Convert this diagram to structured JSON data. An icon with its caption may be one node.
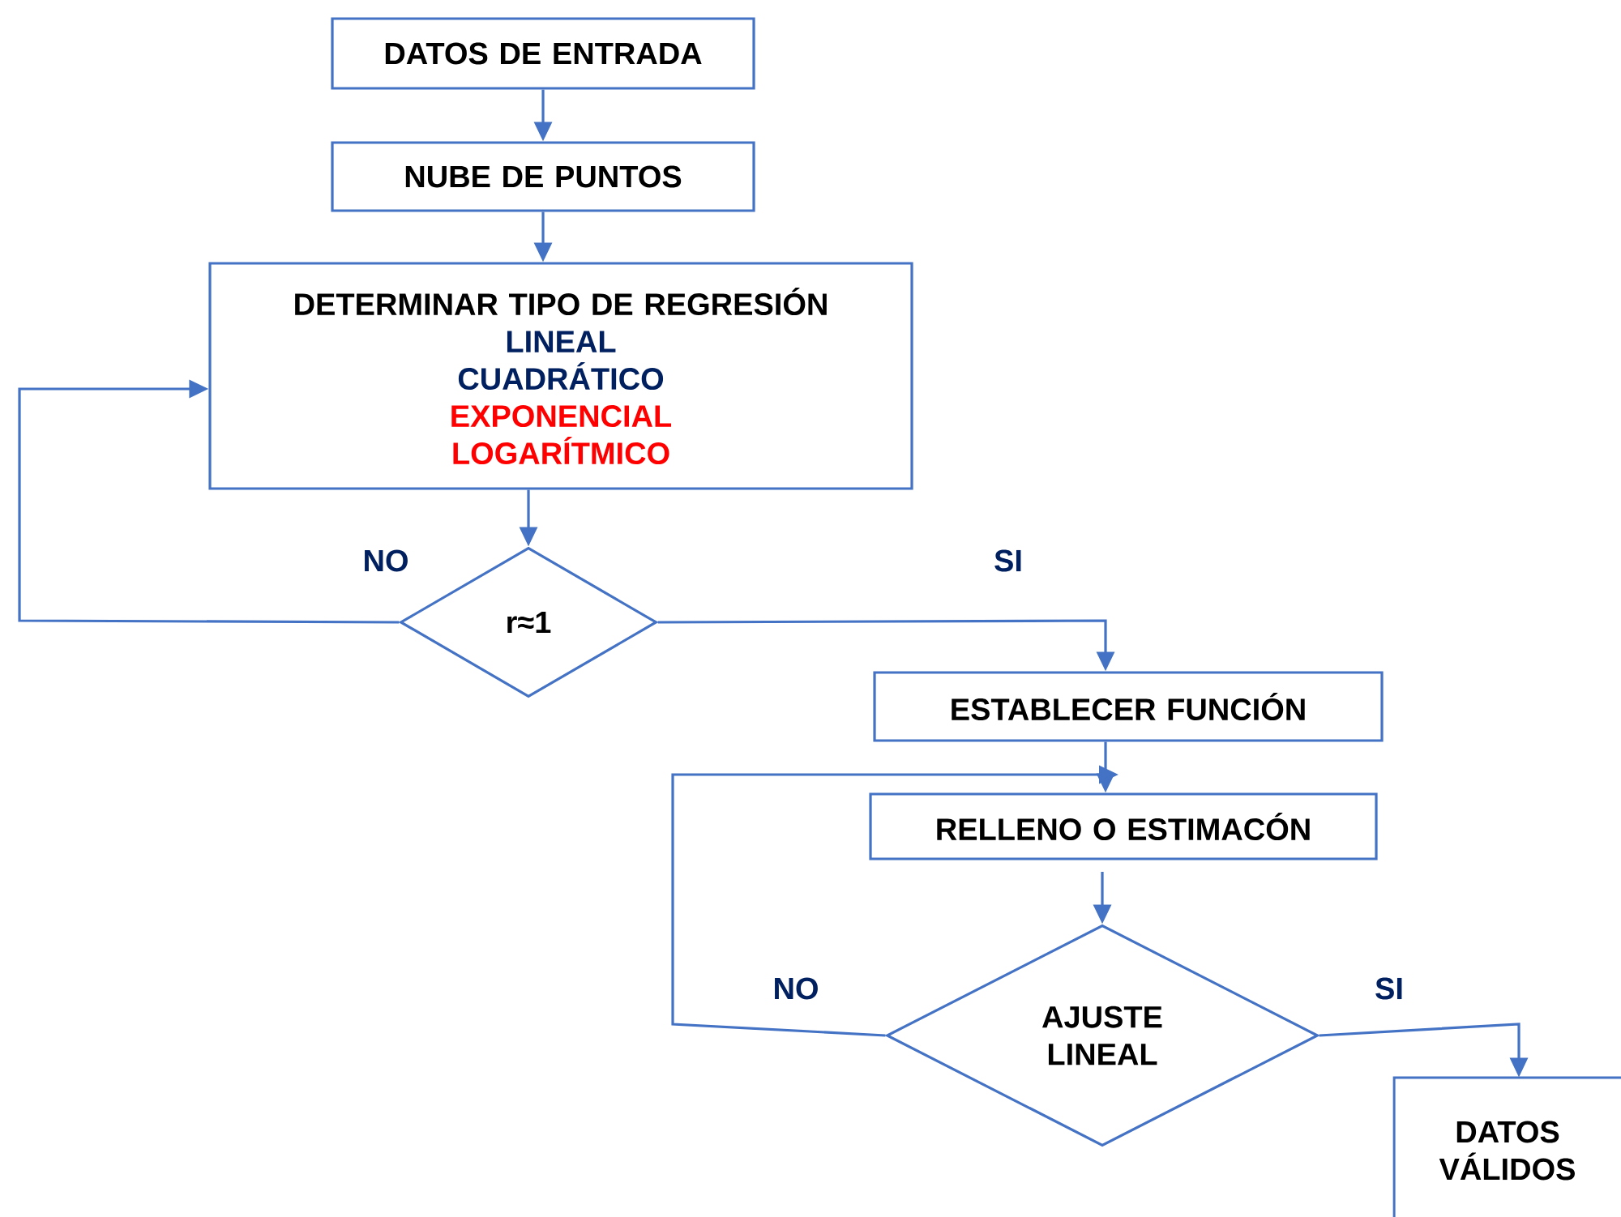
{
  "diagram": {
    "nodes": [
      {
        "text": [
          "DATOS DE ENTRADA"
        ]
      },
      {
        "text": [
          "NUBE DE PUNTOS"
        ]
      },
      {
        "text": [
          "DETERMINAR TIPO DE REGRESIÓN",
          "LINEAL",
          "CUADRÁTICO",
          "EXPONENCIAL",
          "LOGARÍTMICO"
        ]
      },
      {
        "text": [
          "r≈1"
        ]
      },
      {
        "text": [
          "ESTABLECER FUNCIÓN"
        ]
      },
      {
        "text": [
          "RELLENO O ESTIMACÓN"
        ]
      },
      {
        "text": [
          "AJUSTE LINEAL"
        ]
      },
      {
        "text": [
          "DATOS VÁLIDOS"
        ]
      }
    ],
    "edges": [
      {
        "from": 0,
        "to": 1,
        "arrow": "to"
      },
      {
        "from": 1,
        "to": 2,
        "arrow": "to"
      },
      {
        "from": 2,
        "to": 3,
        "arrow": "to"
      },
      {
        "from": 3,
        "to": 2,
        "arrow": "to",
        "label": "NO"
      },
      {
        "from": 3,
        "to": 4,
        "arrow": "to",
        "label": "SI"
      },
      {
        "from": 4,
        "to": 5,
        "arrow": "to"
      },
      {
        "from": 5,
        "to": 6,
        "arrow": "to"
      },
      {
        "from": 6,
        "to": 5,
        "arrow": "to",
        "label": "NO"
      },
      {
        "from": 6,
        "to": 7,
        "arrow": "to",
        "label": "SI"
      }
    ]
  }
}
